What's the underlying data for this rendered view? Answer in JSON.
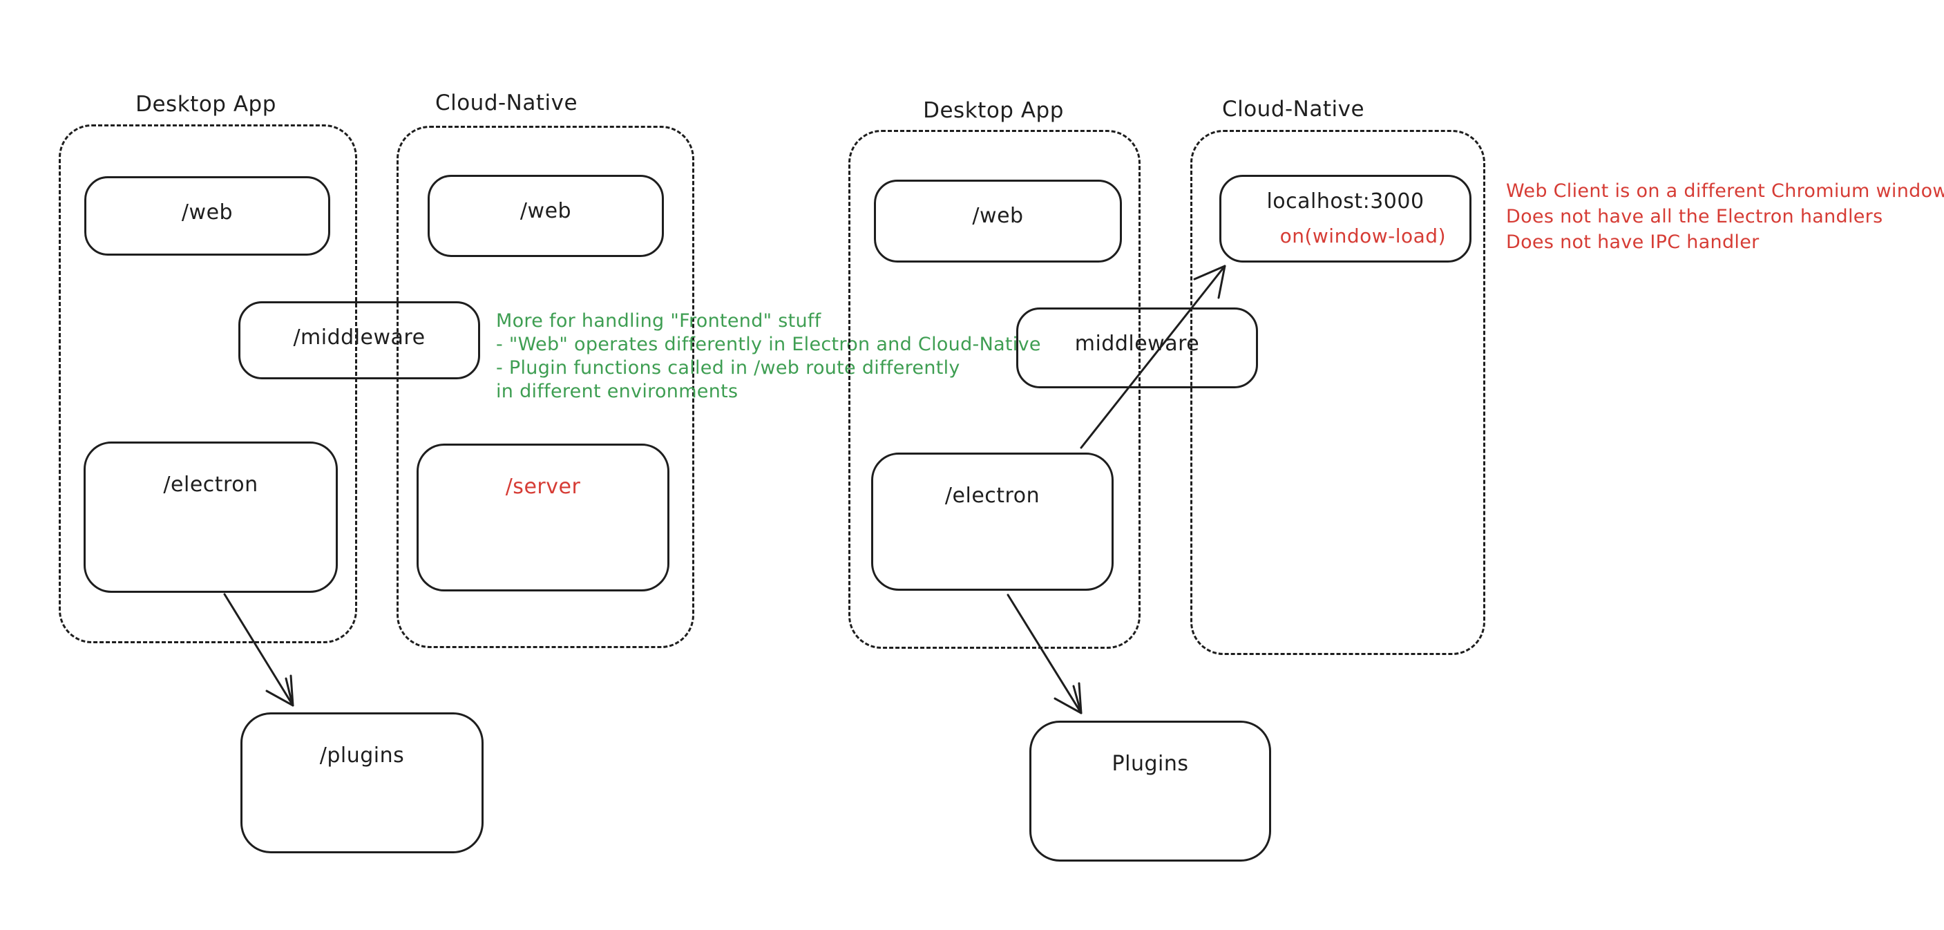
{
  "colors": {
    "ink": "#1e1e1e",
    "green": "#3e9e52",
    "red": "#d63c35",
    "background": "#ffffff"
  },
  "diagram_left": {
    "desktop_zone_label": "Desktop App",
    "cloud_zone_label": "Cloud-Native",
    "nodes": {
      "web_desktop": "/web",
      "web_cloud": "/web",
      "middleware": "/middleware",
      "electron": "/electron",
      "server": "/server",
      "plugins": "/plugins"
    },
    "green_note": {
      "line1": "More for handling \"Frontend\" stuff",
      "line2": "- \"Web\" operates differently in Electron and Cloud-Native",
      "line3": "- Plugin functions called in /web route differently",
      "line4": "in different environments"
    }
  },
  "diagram_right": {
    "desktop_zone_label": "Desktop App",
    "cloud_zone_label": "Cloud-Native",
    "nodes": {
      "web": "/web",
      "localhost_title": "localhost:3000",
      "localhost_event": "on(window-load)",
      "middleware": "middleware",
      "electron": "/electron",
      "plugins": "Plugins"
    },
    "red_note": {
      "line1": "Web Client is on a different Chromium window",
      "line2": "Does not have all the Electron handlers",
      "line3": "Does not have IPC handler"
    }
  }
}
